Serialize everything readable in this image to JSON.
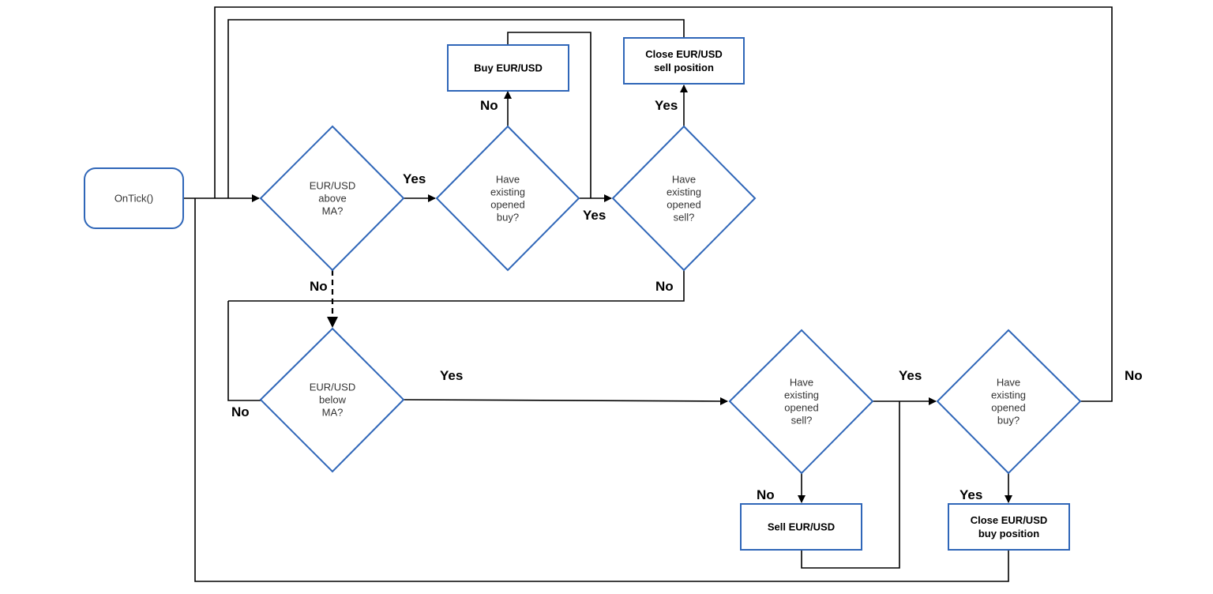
{
  "diagram": {
    "nodes": {
      "ontick": {
        "lines": [
          "OnTick()"
        ]
      },
      "above_ma": {
        "lines": [
          "EUR/USD",
          "above",
          "MA?"
        ]
      },
      "have_buy_top": {
        "lines": [
          "Have",
          "existing",
          "opened",
          "buy?"
        ]
      },
      "have_sell_top": {
        "lines": [
          "Have",
          "existing",
          "opened",
          "sell?"
        ]
      },
      "buy_eurusd": {
        "lines": [
          "Buy EUR/USD"
        ]
      },
      "close_sell": {
        "lines": [
          "Close EUR/USD",
          "sell position"
        ]
      },
      "below_ma": {
        "lines": [
          "EUR/USD",
          "below",
          "MA?"
        ]
      },
      "have_sell_bottom": {
        "lines": [
          "Have",
          "existing",
          "opened",
          "sell?"
        ]
      },
      "have_buy_bottom": {
        "lines": [
          "Have",
          "existing",
          "opened",
          "buy?"
        ]
      },
      "sell_eurusd": {
        "lines": [
          "Sell EUR/USD"
        ]
      },
      "close_buy": {
        "lines": [
          "Close EUR/USD",
          "buy position"
        ]
      }
    },
    "edge_labels": {
      "above_yes": "Yes",
      "above_no": "No",
      "buy_top_no": "No",
      "buy_top_yes": "Yes",
      "sell_top_yes": "Yes",
      "sell_top_no": "No",
      "below_yes": "Yes",
      "below_no": "No",
      "sell_bottom_yes": "Yes",
      "sell_bottom_no": "No",
      "buy_bottom_no": "No",
      "buy_bottom_yes": "Yes"
    }
  }
}
